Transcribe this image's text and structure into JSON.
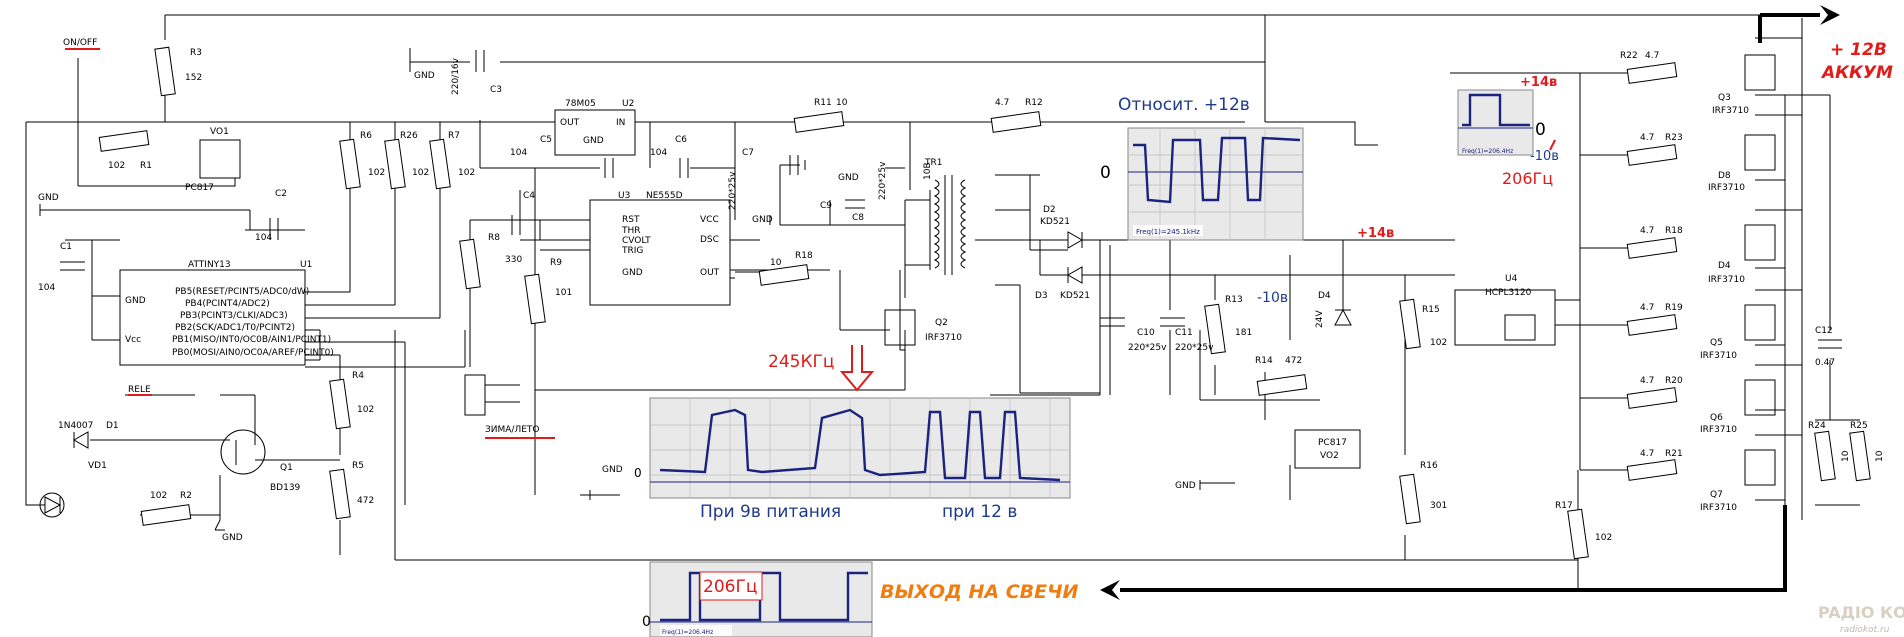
{
  "parts": {
    "r3": "R3",
    "r3_val": "152",
    "r1": "R1",
    "r1_val": "102",
    "vo1": "VO1",
    "vo1_type": "PC817",
    "c2": "C2",
    "c2_val": "104",
    "c1": "C1",
    "c1_val": "104",
    "u1": "U1",
    "u1_type": "ATTINY13",
    "u1_pins": [
      "PB5(RESET/PCINT5/ADC0/dW)",
      "PB4(PCINT4/ADC2)",
      "PB3(PCINT3/CLKI/ADC3)",
      "PB2(SCK/ADC1/T0/PCINT2)",
      "PB1(MISO/INT0/OC0B/AIN1/PCINT1)",
      "PB0(MOSI/AIN0/OC0A/AREF/PCINT0)"
    ],
    "u1_gnd": "GND",
    "u1_vcc": "Vcc",
    "r6": "R6",
    "r6_val": "102",
    "r26": "R26",
    "r26_val": "102",
    "r7": "R7",
    "r7_val": "102",
    "r4": "R4",
    "r4_val": "102",
    "r5": "R5",
    "r5_val": "472",
    "q1": "Q1",
    "q1_type": "BD139",
    "d1": "D1",
    "d1_type": "1N4007",
    "vd1": "VD1",
    "r2": "R2",
    "r2_val": "102",
    "c3": "C3",
    "c3_val": "220/16v",
    "u2": "U2",
    "u2_type": "78M05",
    "u2_out": "OUT",
    "u2_in": "IN",
    "u2_gnd": "GND",
    "c5": "C5",
    "c5_val": "104",
    "c6": "C6",
    "c6_val": "104",
    "c4": "C4",
    "r8": "R8",
    "r8_val": "330",
    "r9": "R9",
    "r9_val": "101",
    "u3": "U3",
    "u3_type": "NE555D",
    "u3_pins": [
      "RST",
      "THR",
      "CVOLT",
      "TRIG",
      "GND",
      "VCC",
      "DSC",
      "OUT"
    ],
    "r11": "R11",
    "r11_val": "10",
    "r12": "R12",
    "r12_val": "4.7",
    "r18": "R18",
    "r18_val": "10",
    "c7": "C7",
    "c7_val": "220*25v",
    "c8": "C8",
    "c8_val": "220*25v",
    "c9": "C9",
    "tr1": "TR1",
    "tr1_val": "10B",
    "q2": "Q2",
    "q2_type": "IRF3710",
    "d2": "D2",
    "d2_type": "KD521",
    "d3": "D3",
    "d3_type": "KD521",
    "c10": "C10",
    "c10_val": "220*25v",
    "c11": "C11",
    "c11_val": "220*25v",
    "r13": "R13",
    "r13_val": "181",
    "d4": "D4",
    "d4_val": "24V",
    "r14": "R14",
    "r14_val": "472",
    "vo2": "VO2",
    "vo2_type": "PC817",
    "r15": "R15",
    "r15_val": "102",
    "r16": "R16",
    "r16_val": "301",
    "r17": "R17",
    "r17_val": "102",
    "u4": "U4",
    "u4_type": "HCPL3120",
    "r22": "R22",
    "r22_val": "4.7",
    "r23": "R23",
    "r23_val": "4.7",
    "r18b": "R18",
    "r18b_val": "4.7",
    "r19": "R19",
    "r19_val": "4.7",
    "r20": "R20",
    "r20_val": "4.7",
    "r21": "R21",
    "r21_val": "4.7",
    "q3": "Q3",
    "q3_type": "IRF3710",
    "d8": "D8",
    "d8_type": "IRF3710",
    "d4b": "D4",
    "d4b_type": "IRF3710",
    "q5": "Q5",
    "q5_type": "IRF3710",
    "q6": "Q6",
    "q6_type": "IRF3710",
    "q7": "Q7",
    "q7_type": "IRF3710",
    "c12": "C12",
    "c12_val": "0.47",
    "r24": "R24",
    "r24_val": "10",
    "r25": "R25",
    "r25_val": "10"
  },
  "labels": {
    "on_off": "ON/OFF",
    "rele": "RELE",
    "zima_leto": "ЗИМА/ЛЕТО",
    "gnd": "GND"
  },
  "annotations": {
    "plus12_akkum_1": "+ 12В",
    "plus12_akkum_2": "АККУМ",
    "plus14_top": "+14в",
    "plus14_mid": "+14в",
    "minus10_right": "-10в",
    "minus10_mid": "-10в",
    "freq_206_right": "206Гц",
    "freq_245": "245КГц",
    "relative_12": "Относит. +12в",
    "at_9v": "При 9в питания",
    "at_12v": "при 12 в",
    "freq_206_bottom": "206Гц",
    "output_plugs": "ВЫХОД НА СВЕЧИ",
    "watermark_1": "PAДIO КОТ",
    "watermark_2": "radiokot.ru"
  },
  "scopes": {
    "main_freq": "Freq(1)=245.1kHz",
    "right_freq": "Freq(1)=206.4Hz",
    "bottom_freq": "Freq(1)=206.4Hz",
    "zero": "0"
  },
  "colors": {
    "red": "#e01b1b",
    "blue": "#1f3a8a",
    "orange": "#f07d10",
    "trace": "#1a237e"
  }
}
